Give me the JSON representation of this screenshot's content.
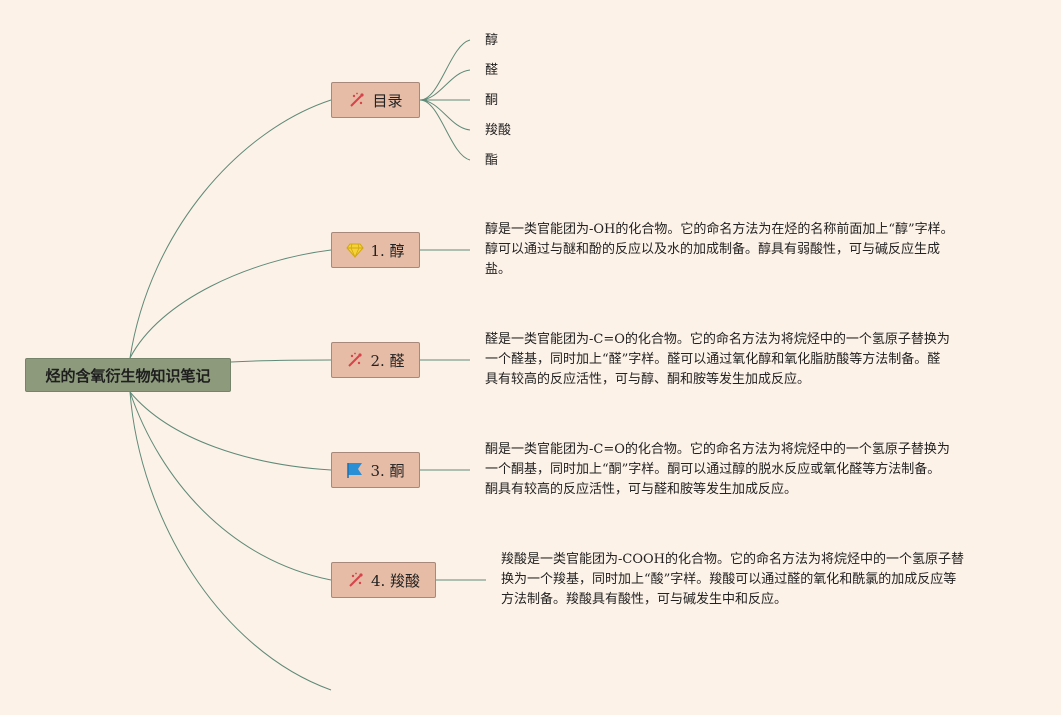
{
  "root": {
    "title": "烃的含氧衍生物知识笔记"
  },
  "topics": [
    {
      "label": "目录",
      "icon": "sparkle-icon"
    },
    {
      "label": "1. 醇",
      "icon": "diamond-icon"
    },
    {
      "label": "2. 醛",
      "icon": "sparkle-icon"
    },
    {
      "label": "3. 酮",
      "icon": "flag-icon"
    },
    {
      "label": "4. 羧酸",
      "icon": "sparkle-icon"
    }
  ],
  "toc": [
    "醇",
    "醛",
    "酮",
    "羧酸",
    "酯"
  ],
  "notes": [
    "醇是一类官能团为-OH的化合物。它的命名方法为在烃的名称前面加上“醇”字样。\n醇可以通过与醚和酚的反应以及水的加成制备。醇具有弱酸性，可与碱反应生成\n盐。",
    "醛是一类官能团为-C=O的化合物。它的命名方法为将烷烃中的一个氢原子替换为\n一个醛基，同时加上“醛”字样。醛可以通过氧化醇和氧化脂肪酸等方法制备。醛\n具有较高的反应活性，可与醇、酮和胺等发生加成反应。",
    "酮是一类官能团为-C=O的化合物。它的命名方法为将烷烃中的一个氢原子替换为\n一个酮基，同时加上“酮”字样。酮可以通过醇的脱水反应或氧化醛等方法制备。\n酮具有较高的反应活性，可与醛和胺等发生加成反应。",
    "羧酸是一类官能团为-COOH的化合物。它的命名方法为将烷烃中的一个氢原子替\n换为一个羧基，同时加上“酸”字样。羧酸可以通过醛的氧化和酰氯的加成反应等\n方法制备。羧酸具有酸性，可与碱发生中和反应。"
  ],
  "colors": {
    "background": "#fdf2e8",
    "root_fill": "#8d9b7c",
    "topic_fill": "#e6bca6",
    "link": "#5e8a78"
  }
}
